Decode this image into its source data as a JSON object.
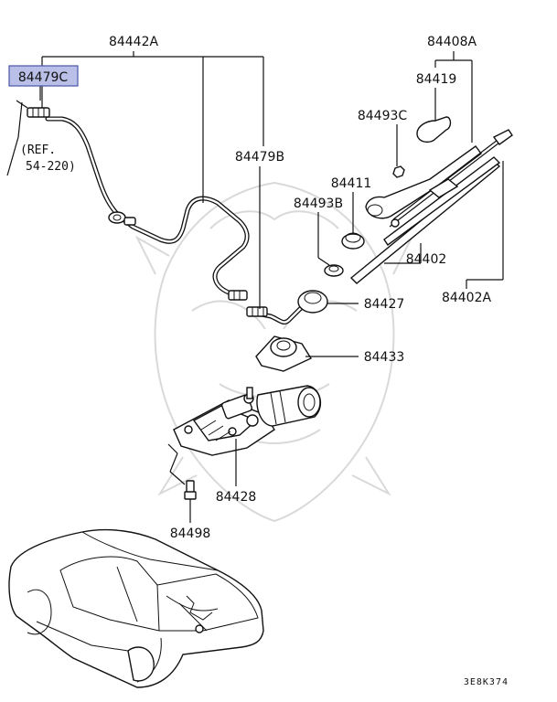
{
  "parts": {
    "p84442A": "84442A",
    "p84479C": "84479C",
    "ref_line1": "(REF.",
    "ref_line2": "54-220)",
    "p84479B": "84479B",
    "p84408A": "84408A",
    "p84419": "84419",
    "p84493C": "84493C",
    "p84411": "84411",
    "p84493B": "84493B",
    "p84402": "84402",
    "p84402A": "84402A",
    "p84427": "84427",
    "p84433": "84433",
    "p84428": "84428",
    "p84498": "84498"
  },
  "highlighted_part": "84479C",
  "highlight_color": "#b9bfe6",
  "drawing_code": "3E8K374"
}
